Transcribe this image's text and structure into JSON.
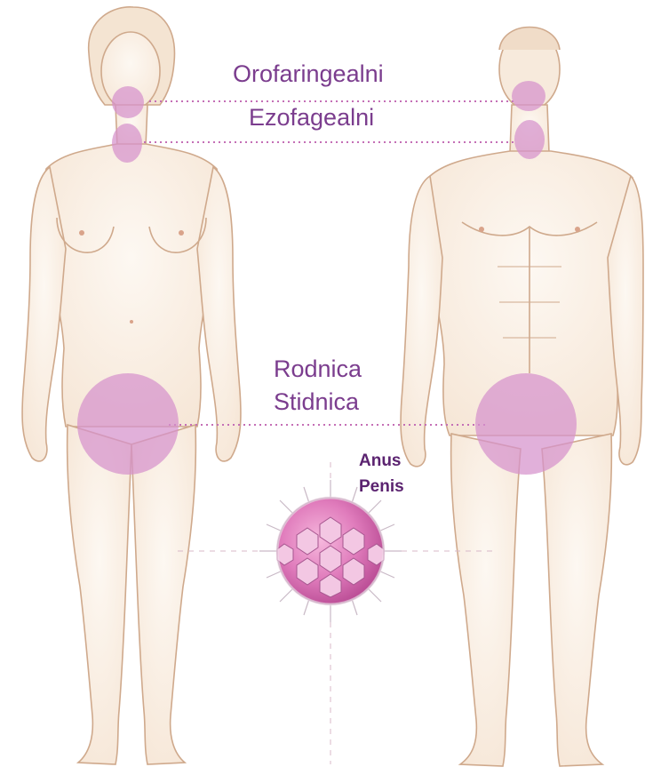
{
  "labels": {
    "oropharyngeal": "Orofaringealni",
    "esophageal": "Ezofagealni",
    "vagina": "Rodnica",
    "vulva": "Stidnica",
    "anus": "Anus",
    "penis": "Penis"
  },
  "colors": {
    "highlight": "#d692cc",
    "label": "#7b3d8e",
    "label_small": "#5b2370",
    "body_outline": "#cfa98c",
    "body_fill": "#fbf3ea",
    "leader_line": "#c46fb6",
    "virus_core": "#e07cbc"
  },
  "icons": {
    "virus": "virus-particle-icon"
  }
}
